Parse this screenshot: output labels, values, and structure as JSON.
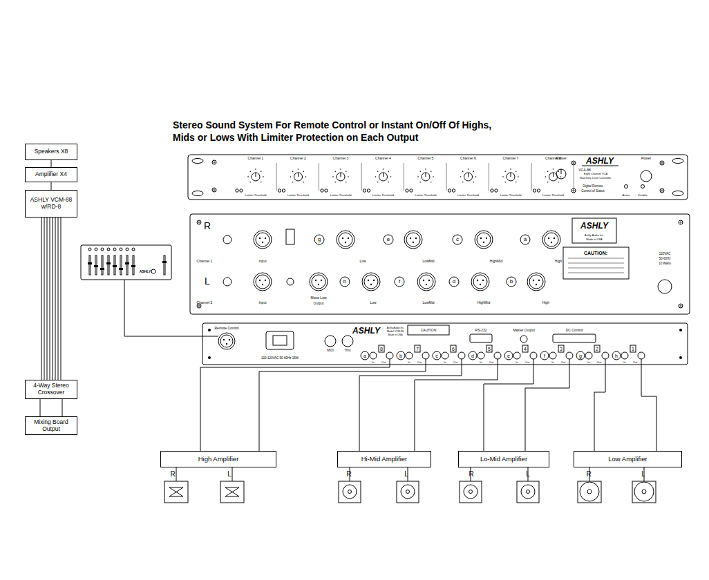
{
  "diagram": {
    "title": "Stereo Sound System For Remote Control or Instant On/Off Of Highs, Mids or Lows With Limiter Protection on Each Output",
    "nodes": [
      {
        "text": [
          "Speakers X8"
        ]
      },
      {
        "text": [
          "Amplifier X4"
        ]
      },
      {
        "text": [
          "ASHLY VCM-88 w/RD-8"
        ]
      },
      {
        "text": [
          "4-Way Stereo Crossover"
        ]
      },
      {
        "text": [
          "Mixing Board Output"
        ]
      },
      {
        "text": [
          "High Amplifier"
        ]
      },
      {
        "text": [
          "Hi-Mid Amplifier"
        ]
      },
      {
        "text": [
          "Lo-Mid Amplifier"
        ]
      },
      {
        "text": [
          "Low Amplifier"
        ]
      }
    ],
    "edges": [
      {
        "from": 4,
        "to": 3,
        "arrow": "none"
      },
      {
        "from": 3,
        "to": 2,
        "arrow": "none"
      },
      {
        "from": 2,
        "to": 1,
        "arrow": "none"
      },
      {
        "from": 1,
        "to": 0,
        "arrow": "none"
      }
    ],
    "labels": [
      "Channel 1",
      "Channel 2",
      "Channel 3",
      "Channel 4",
      "Channel 5",
      "Channel 6",
      "Channel 7",
      "Channel 8",
      "Limiter Threshold",
      "Limiter Threshold",
      "Limiter Threshold",
      "Limiter Threshold",
      "Limiter Threshold",
      "Limiter Threshold",
      "Limiter Threshold",
      "Limiter Threshold",
      "Master",
      "ASHLY",
      "VCA-88",
      "Eight Channel VCA",
      "Matching Level Controller",
      "Digital Remote",
      "Control of Status",
      "Power",
      "Active",
      "Disable",
      "R",
      "L",
      "Channel 1",
      "Input",
      "Low",
      "LowMid",
      "HighMid",
      "High",
      "Channel 2",
      "Input",
      "Mono Low",
      "Output",
      "Low",
      "LowMid",
      "HighMid",
      "High",
      "g",
      "e",
      "c",
      "a",
      "h",
      "f",
      "d",
      "b",
      "ASHLY",
      "Ashly Audio Inc.",
      "Made in USA",
      "CAUTION:",
      "120VAC",
      "50-60Hz",
      "10 Watts",
      "Remote Control",
      "ASHLY",
      "Ashly Audio Inc",
      "Model VCM-88",
      "Made in USA",
      "CAUTION",
      "RS-232",
      "Master Output",
      "DC Control",
      "MIDI",
      "100-120VAC 50-60Hz 15W",
      "Thru",
      "8",
      "7",
      "6",
      "5",
      "4",
      "3",
      "2",
      "1",
      "a",
      "b",
      "c",
      "d",
      "e",
      "f",
      "g",
      "h",
      "In",
      "Out",
      "In",
      "Out",
      "In",
      "Out",
      "In",
      "Out",
      "In",
      "Out",
      "In",
      "Out",
      "In",
      "Out",
      "In",
      "Out",
      "R",
      "L",
      "R",
      "L",
      "R",
      "L",
      "R",
      "L",
      "ASHLY"
    ]
  }
}
